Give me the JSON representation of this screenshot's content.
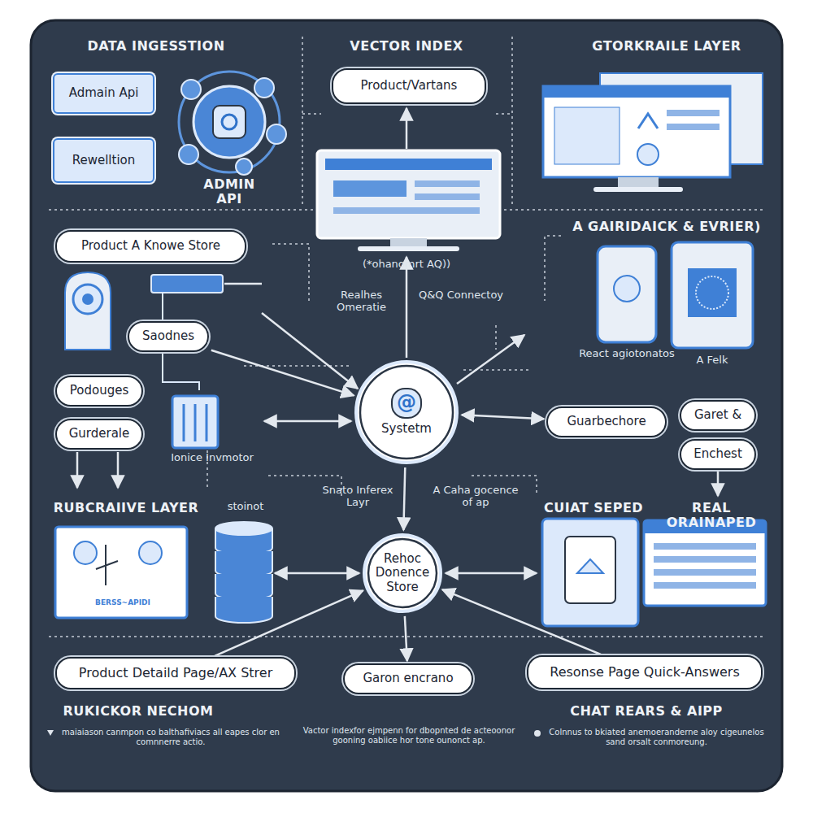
{
  "diagram": {
    "nodes": [
      {
        "text": [
          "Admain Api"
        ]
      },
      {
        "text": [
          "Rewelltion"
        ]
      },
      {
        "text": [
          "Product/Vartans"
        ]
      },
      {
        "text": [
          "Product A Knowe Store"
        ]
      },
      {
        "text": [
          "Saodnes"
        ]
      },
      {
        "text": [
          "Podouges"
        ]
      },
      {
        "text": [
          "Gurderale"
        ]
      },
      {
        "text": [
          "@",
          "Systetm"
        ]
      },
      {
        "text": [
          "Guarbechore"
        ]
      },
      {
        "text": [
          "Garet &"
        ]
      },
      {
        "text": [
          "Enchest"
        ]
      },
      {
        "text": [
          "Rehoc Donence Store"
        ]
      },
      {
        "text": [
          "Product Detaild Page/AX Strer"
        ]
      },
      {
        "text": [
          "Garon encrano"
        ]
      },
      {
        "text": [
          "Resonse Page Quick-Answers"
        ]
      }
    ],
    "edges": [
      {
        "from": 7,
        "to": 8,
        "arrow": "both"
      },
      {
        "from": 7,
        "to": 11,
        "arrow": "to"
      },
      {
        "from": 4,
        "to": 7,
        "arrow": "to"
      },
      {
        "from": 11,
        "to": 13,
        "arrow": "to"
      },
      {
        "from": 12,
        "to": 11,
        "arrow": "to"
      },
      {
        "from": 14,
        "to": 11,
        "arrow": "to"
      }
    ],
    "labels": [
      "DATA INGESSTION",
      "ADMIN API",
      "VECTOR INDEX",
      "GTORKRAILE LAYER",
      "(*ohanomrt AQ))",
      "Realhes Omeratie",
      "Q&Q Connectoy",
      "A GAIRIDAICK & EVRIER)",
      "React agiotonatos",
      "A Felk",
      "Ionice Invmotor",
      "Snato Inferex Layr",
      "A Caha gocence of ap",
      "RUBCRAIIVE LAYER",
      "stoinot",
      "CUIAT SEPED",
      "REAL ORAINAPED",
      "RUKICKOR NECHOM",
      "CHAT REARS & AIPP",
      "maiaiason canmpon co balthafiviacs all eapes clor en comnnerre actio.",
      "Vactor indexfor ejmpenn for dbopnted de acteoonor gooning oabiice hor tone ounonct ap.",
      "Colnnus to bkiated anemoeranderne aloy cigeunelos sand orsalt conmoreung.",
      "BERSS~APIDI"
    ]
  }
}
